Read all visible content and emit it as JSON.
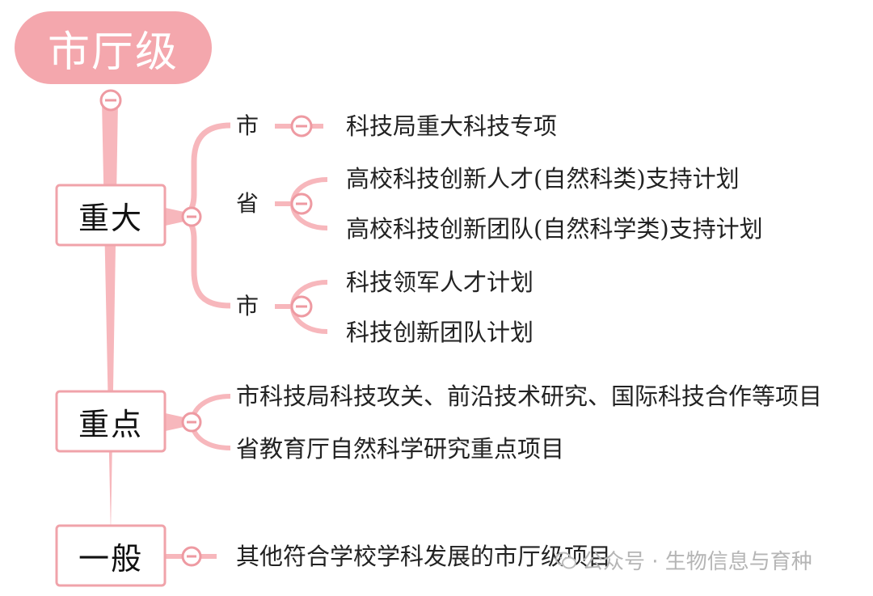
{
  "root": {
    "label": "市厅级"
  },
  "categories": [
    {
      "label": "重大",
      "groups": [
        {
          "region": "市",
          "items": [
            "科技局重大科技专项"
          ]
        },
        {
          "region": "省",
          "items": [
            "高校科技创新人才(自然科类)支持计划",
            "高校科技创新团队(自然科学类)支持计划"
          ]
        },
        {
          "region": "市",
          "items": [
            "科技领军人才计划",
            "科技创新团队计划"
          ]
        }
      ]
    },
    {
      "label": "重点",
      "items": [
        "市科技局科技攻关、前沿技术研究、国际科技合作等项目",
        "省教育厅自然科学研究重点项目"
      ]
    },
    {
      "label": "一般",
      "items": [
        "其他符合学校学科发展的市厅级项目"
      ]
    }
  ],
  "watermark": {
    "text": "公众号 · 生物信息与育种"
  },
  "colors": {
    "root_fill": "#f4a7ad",
    "connector": "#f7b7bc",
    "box_border": "#f0a3aa",
    "collapse_stroke": "#ee9aa2",
    "text": "#222222"
  }
}
